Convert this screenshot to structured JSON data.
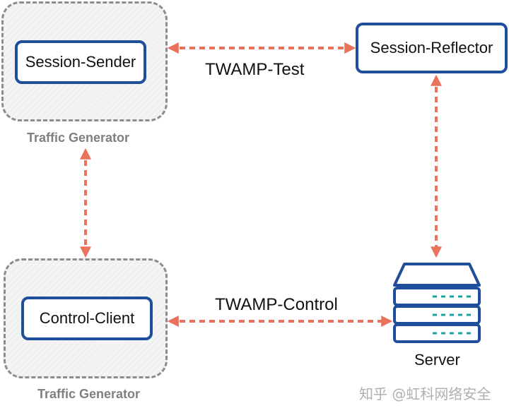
{
  "nodes": {
    "session_sender": "Session-Sender",
    "session_reflector": "Session-Reflector",
    "control_client": "Control-Client",
    "server": "Server"
  },
  "groups": {
    "top_label": "Traffic Generator",
    "bottom_label": "Traffic Generator"
  },
  "edges": {
    "test_label": "TWAMP-Test",
    "control_label": "TWAMP-Control"
  },
  "watermark": "知乎 @虹科网络安全",
  "colors": {
    "node_border": "#1f4e9a",
    "arrow": "#e8735a",
    "group_border": "#8c8c8c",
    "group_label": "#7f7f7f",
    "server_stripe": "#1aa3a3"
  }
}
